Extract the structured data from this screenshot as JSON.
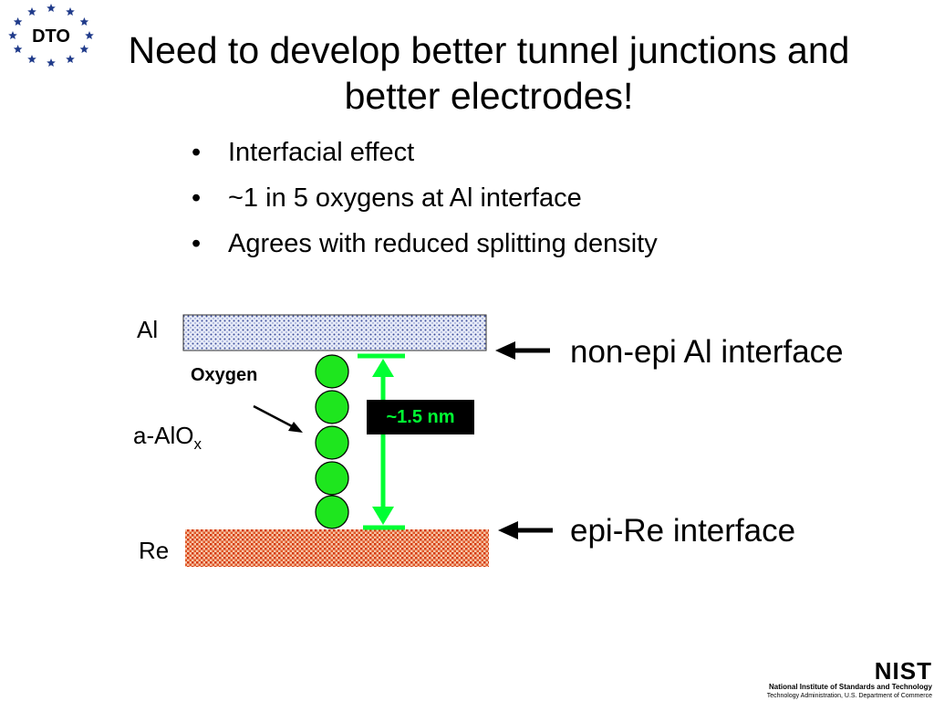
{
  "logo": {
    "text": "DTO",
    "star_color": "#1f3a8a"
  },
  "slide": {
    "title": "Need to develop better tunnel junctions and better electrodes!",
    "bullet_glyph": "•",
    "bullets": [
      "Interfacial effect",
      "~1 in 5 oxygens at Al interface",
      "Agrees with reduced splitting density"
    ]
  },
  "diagram": {
    "top_layer_label": "Al",
    "bottom_layer_label": "Re",
    "barrier_label_base": "a-AlO",
    "barrier_label_sub": "x",
    "oxygen_label": "Oxygen",
    "thickness_label": "~1.5 nm",
    "top_interface_label": "non-epi Al interface",
    "bottom_interface_label": "epi-Re interface",
    "colors": {
      "al_fill": "#e8ecf8",
      "al_dots": "#3a4a9a",
      "re_fill": "#f4b090",
      "re_dots": "#d43a10",
      "oxygen": "#1ee61e",
      "arrow": "#00ff33"
    }
  },
  "footer": {
    "mark": "NIST",
    "line1": "National Institute of Standards and Technology",
    "line2": "Technology Administration, U.S. Department of Commerce"
  }
}
